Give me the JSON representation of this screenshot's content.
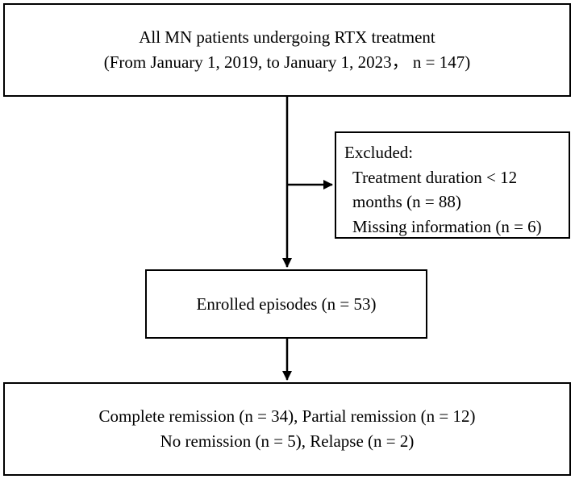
{
  "boxes": {
    "top": {
      "line1": "All MN patients undergoing RTX treatment",
      "line2": "(From January 1, 2019, to January 1, 2023， n = 147)"
    },
    "excluded": {
      "heading": "Excluded:",
      "items": [
        "Treatment duration < 12",
        "months (n = 88)",
        "Missing information (n = 6)"
      ]
    },
    "enrolled": {
      "label": "Enrolled episodes (n = 53)"
    },
    "bottom": {
      "line1": "Complete remission (n = 34), Partial remission (n = 12)",
      "line2": "No remission (n = 5), Relapse (n = 2)"
    }
  }
}
